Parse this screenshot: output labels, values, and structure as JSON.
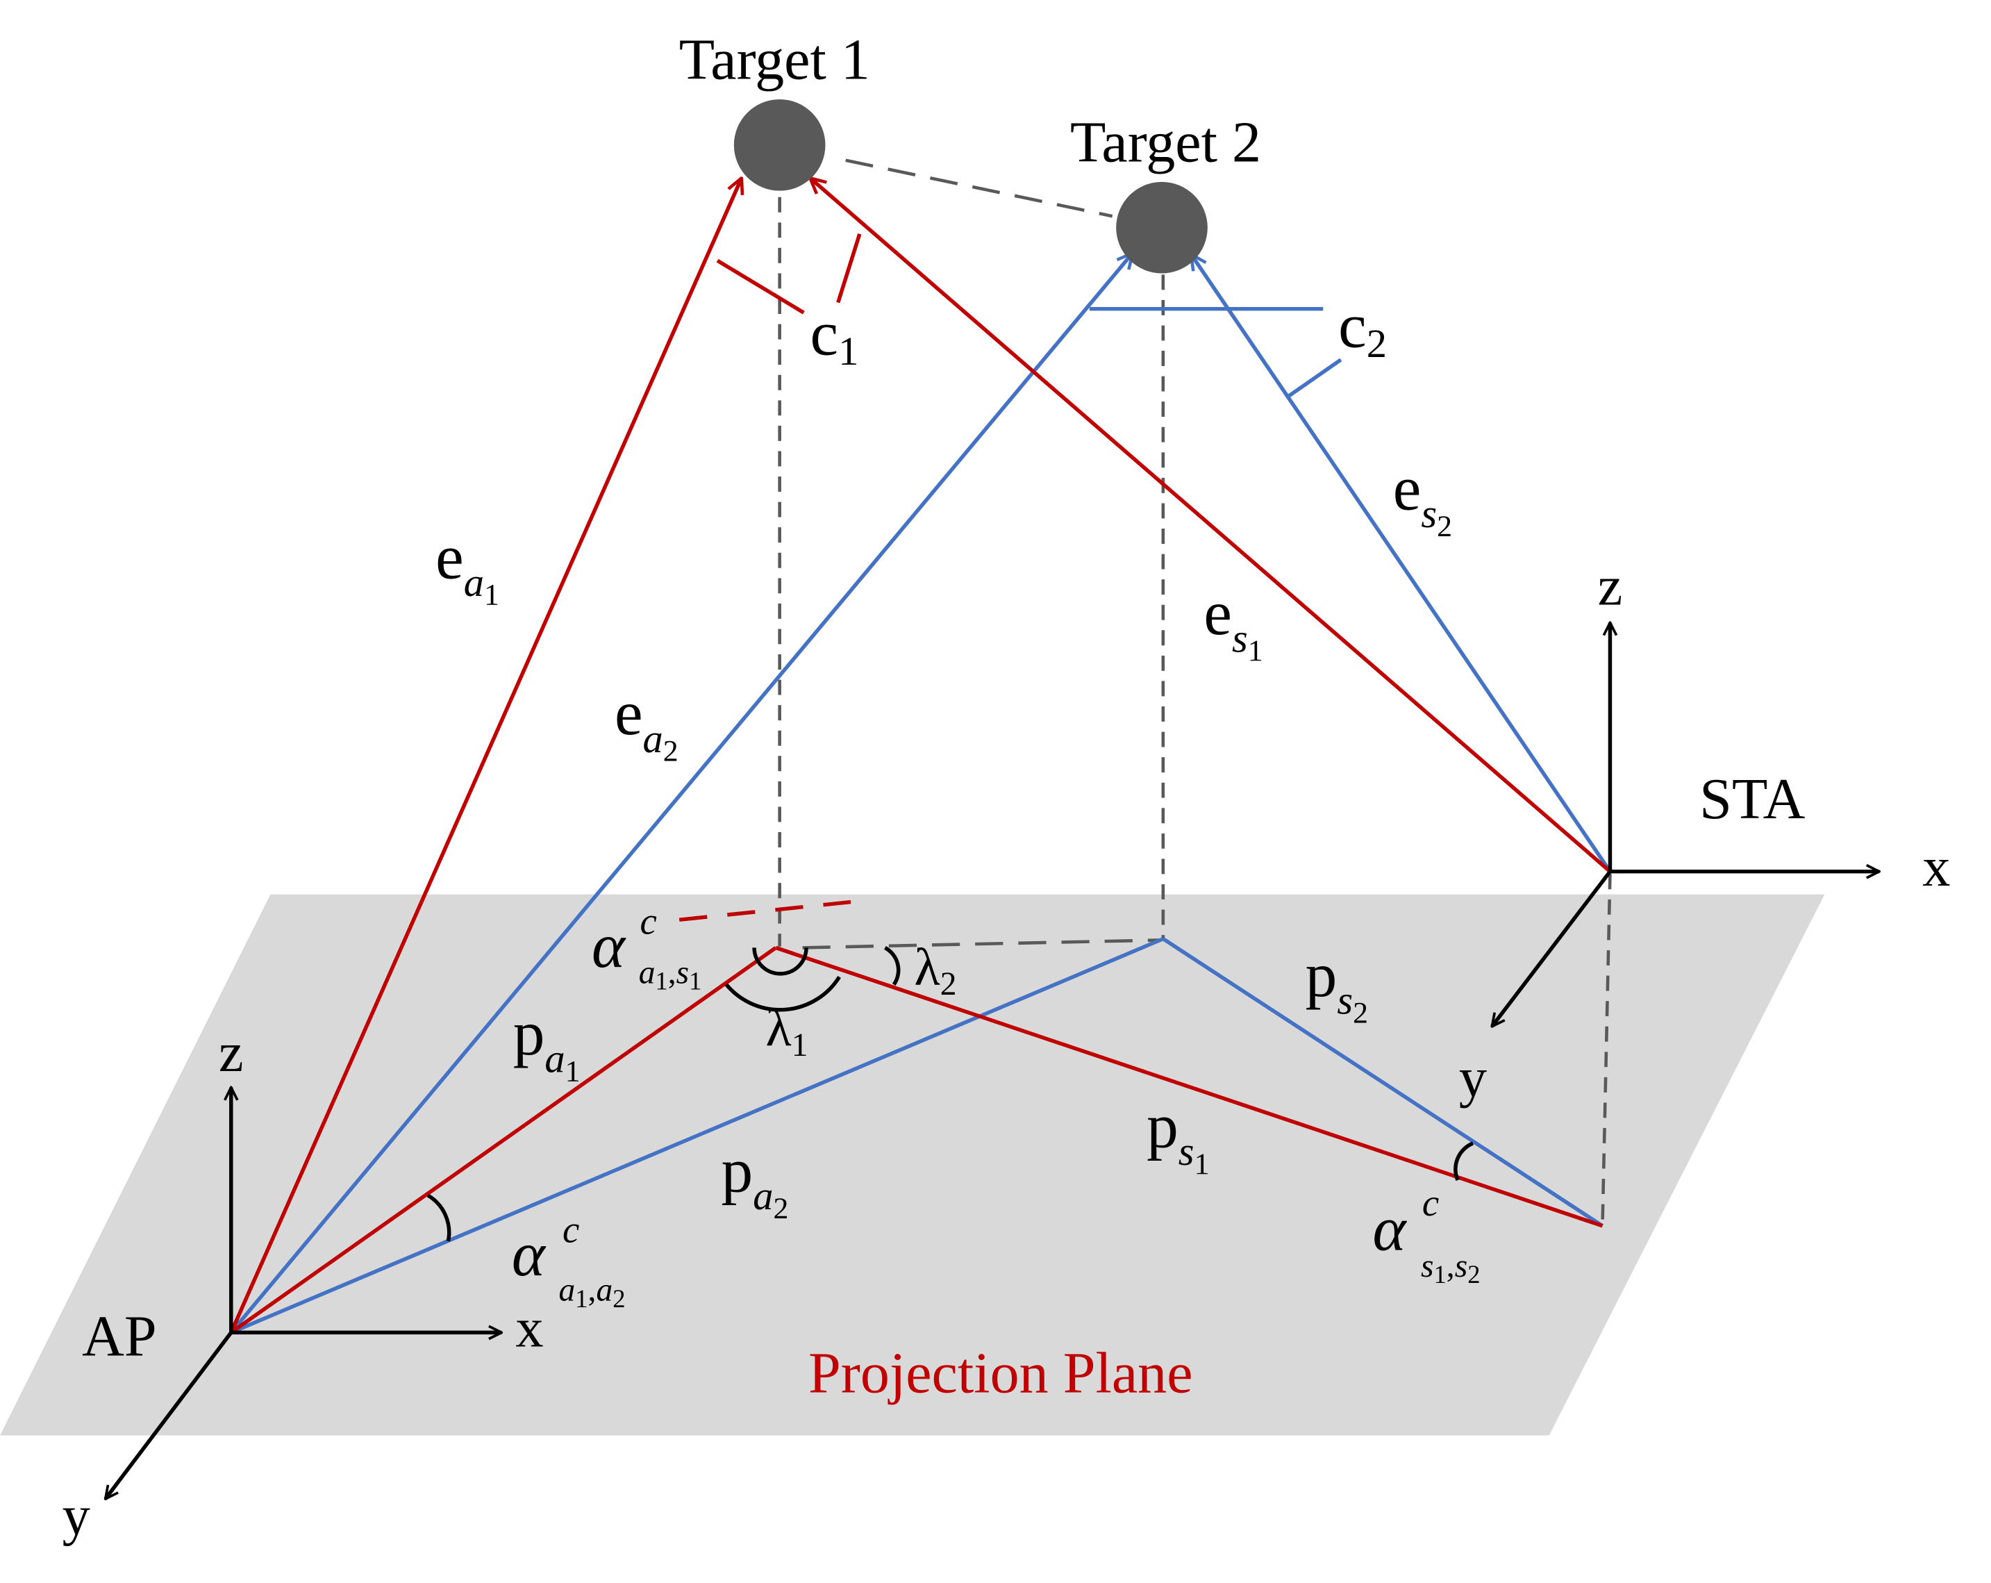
{
  "colors": {
    "red": "#c00000",
    "blue": "#4472c4",
    "plane": "#d9d9d9",
    "target": "#595959",
    "dash": "#595959",
    "black": "#000000"
  },
  "targets": {
    "t1": "Target 1",
    "t2": "Target 2"
  },
  "nodes": {
    "ap": "AP",
    "sta": "STA"
  },
  "plane_label": "Projection Plane",
  "axes": {
    "ap": {
      "x": "x",
      "y": "y",
      "z": "z"
    },
    "sta": {
      "x": "x",
      "y": "y",
      "z": "z"
    }
  },
  "labels": {
    "c1": {
      "base": "c",
      "sub": "1"
    },
    "c2": {
      "base": "c",
      "sub": "2"
    },
    "e_a1": {
      "base": "e",
      "sub": "a",
      "subsub": "1"
    },
    "e_a2": {
      "base": "e",
      "sub": "a",
      "subsub": "2"
    },
    "e_s1": {
      "base": "e",
      "sub": "s",
      "subsub": "1"
    },
    "e_s2": {
      "base": "e",
      "sub": "s",
      "subsub": "2"
    },
    "p_a1": {
      "base": "p",
      "sub": "a",
      "subsub": "1"
    },
    "p_a2": {
      "base": "p",
      "sub": "a",
      "subsub": "2"
    },
    "p_s1": {
      "base": "p",
      "sub": "s",
      "subsub": "1"
    },
    "p_s2": {
      "base": "p",
      "sub": "s",
      "subsub": "2"
    },
    "lambda1": {
      "base": "λ",
      "sub": "1"
    },
    "lambda2": {
      "base": "λ",
      "sub": "2"
    },
    "alpha_a1s1": {
      "base": "α",
      "sup": "c",
      "s1": "a",
      "n1": "1",
      "comma": ",",
      "s2": "s",
      "n2": "1"
    },
    "alpha_a1a2": {
      "base": "α",
      "sup": "c",
      "s1": "a",
      "n1": "1",
      "comma": ",",
      "s2": "a",
      "n2": "2"
    },
    "alpha_s1s2": {
      "base": "α",
      "sup": "c",
      "s1": "s",
      "n1": "1",
      "comma": ",",
      "s2": "s",
      "n2": "2"
    }
  }
}
